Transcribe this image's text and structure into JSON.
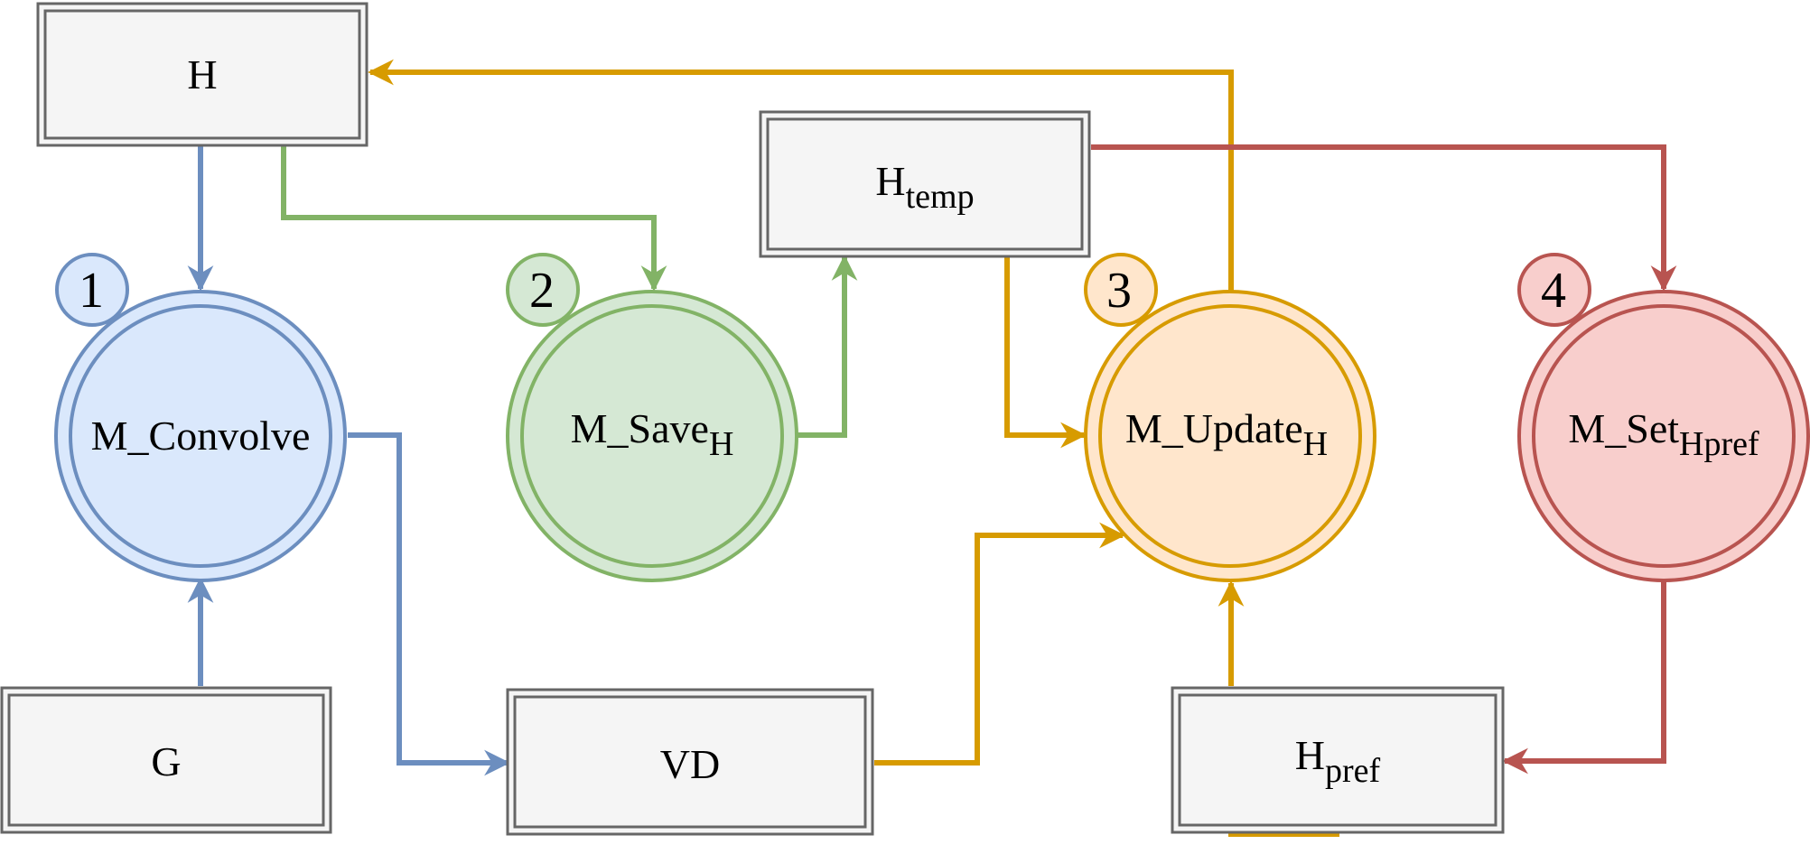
{
  "colors": {
    "blue": "#6c8ebf",
    "blue_fill": "#dae8fc",
    "green": "#82b366",
    "green_fill": "#d5e8d4",
    "orange": "#d79b00",
    "orange_fill": "#ffe6cc",
    "red": "#b85450",
    "red_fill": "#f8cecc",
    "store_stroke": "#666666",
    "store_fill": "#f5f5f5"
  },
  "stores": {
    "H": {
      "text": "H",
      "sub": ""
    },
    "H_temp": {
      "text": "H",
      "sub": "temp"
    },
    "G": {
      "text": "G",
      "sub": ""
    },
    "VD": {
      "text": "VD",
      "sub": ""
    },
    "H_pref": {
      "text": "H",
      "sub": "pref"
    }
  },
  "processes": [
    {
      "id": "convolve",
      "number": "1",
      "text": "M_Convolve",
      "sub": "",
      "color": "blue"
    },
    {
      "id": "save",
      "number": "2",
      "text": "M_Save",
      "sub": "H",
      "color": "green"
    },
    {
      "id": "update",
      "number": "3",
      "text": "M_Update",
      "sub": "H",
      "color": "orange"
    },
    {
      "id": "set",
      "number": "4",
      "text": "M_Set",
      "sub": "Hpref",
      "color": "red"
    }
  ]
}
